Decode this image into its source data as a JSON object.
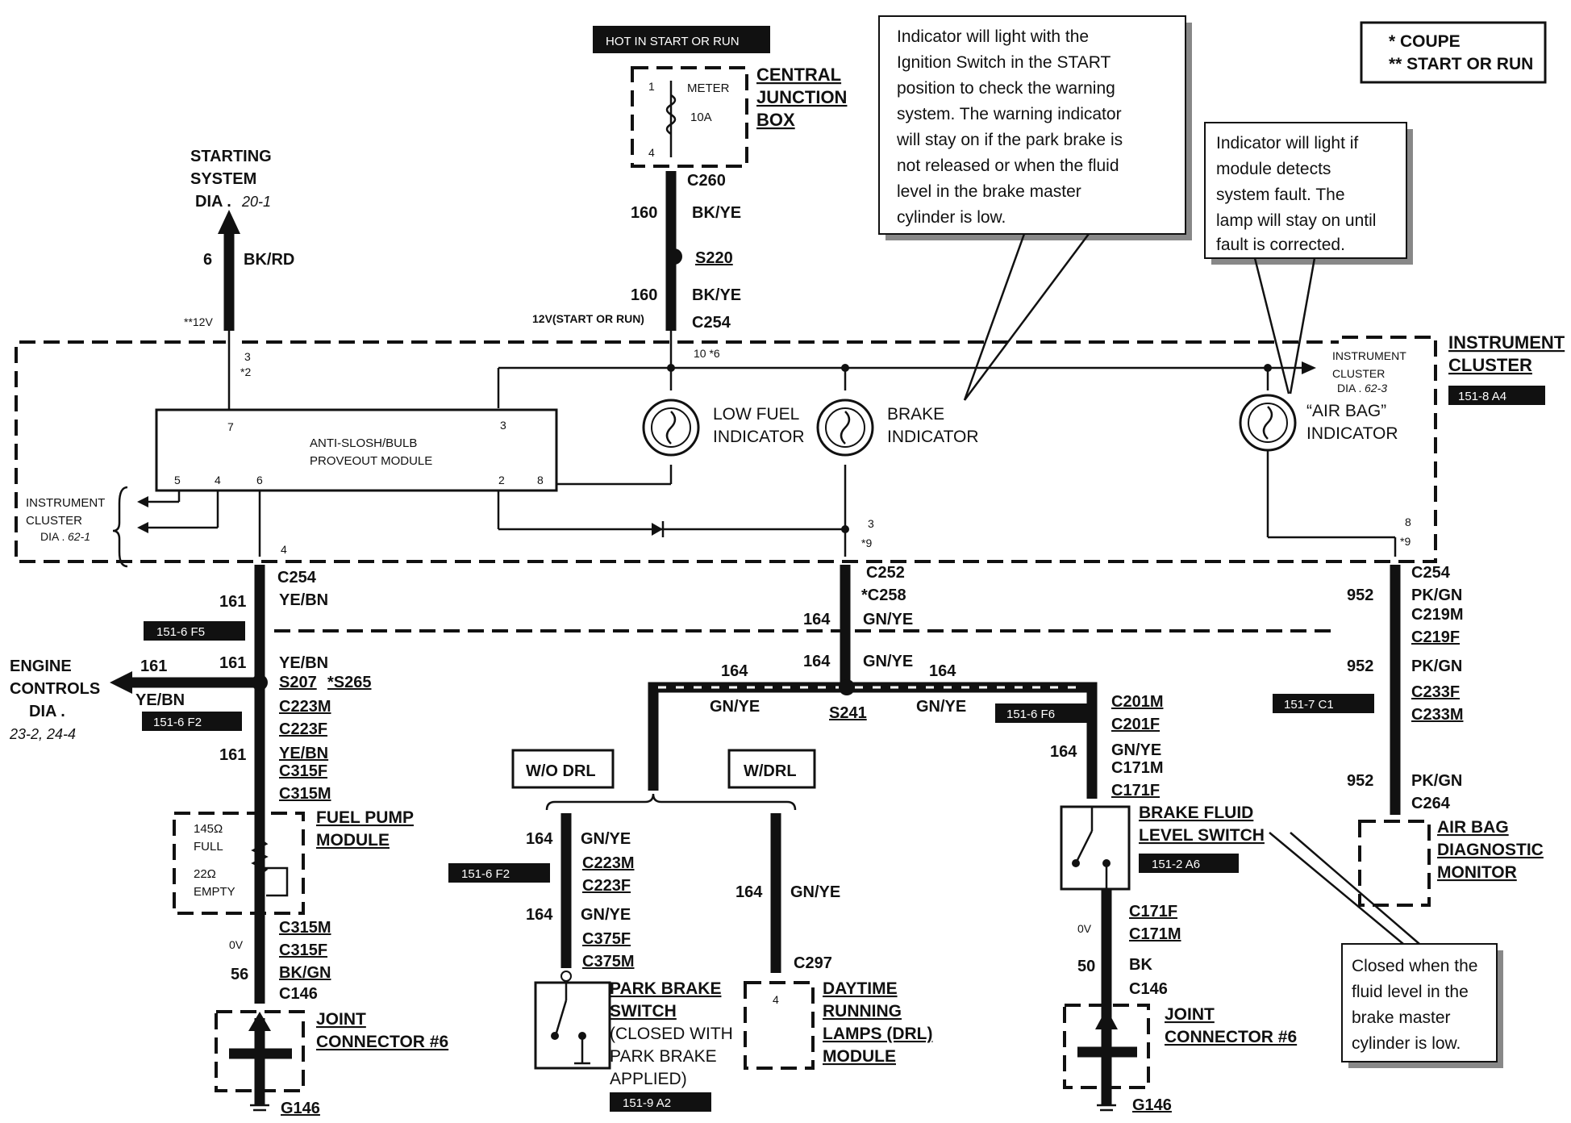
{
  "legend": {
    "coupe": "*  COUPE",
    "start_run": "**  START OR RUN"
  },
  "hot_label": "HOT IN START OR RUN",
  "cjb": {
    "title_lines": [
      "CENTRAL",
      "JUNCTION",
      "BOX"
    ],
    "pin_top": "1",
    "pin_bottom": "4",
    "meter": "METER",
    "fuse": "10A"
  },
  "top_feed": {
    "c260": "C260",
    "wire1_num": "160",
    "wire1_color": "BK/YE",
    "splice": "S220",
    "wire2_num": "160",
    "wire2_color": "BK/YE",
    "c254": "C254",
    "c254_label": "12V(START OR RUN)",
    "c254_pins": "10 *6"
  },
  "starting": {
    "title_lines": [
      "STARTING",
      "SYSTEM"
    ],
    "dia": "DIA .",
    "dia_ref": "20-1",
    "wire_num": "6",
    "wire_color": "BK/RD",
    "volt": "**12V",
    "pin": "3",
    "pin_alt": "*2"
  },
  "callout_brake": {
    "lines": [
      "Indicator will light with the",
      "Ignition Switch in the START",
      "position to check the warning",
      "system.  The warning indicator",
      "will stay on if the park brake is",
      "not released or when the fluid",
      "level in the brake master",
      "cylinder is low."
    ]
  },
  "callout_airbag": {
    "lines": [
      "Indicator will light if",
      "module detects",
      "system fault.  The",
      "lamp will stay on until",
      "fault is corrected."
    ]
  },
  "callout_fluid": {
    "lines": [
      "Closed when the",
      "fluid level in the",
      "brake master",
      "cylinder is low."
    ]
  },
  "instrument_cluster": {
    "title_lines": [
      "INSTRUMENT",
      "CLUSTER"
    ],
    "tag": "151-8 A4",
    "right_ref_lines": [
      "INSTRUMENT",
      "CLUSTER"
    ],
    "right_dia": "DIA .",
    "right_dia_ref": "62-3",
    "left_ref_lines": [
      "INSTRUMENT",
      "CLUSTER"
    ],
    "left_dia": "DIA .",
    "left_dia_ref": "62-1"
  },
  "module": {
    "lines": [
      "ANTI-SLOSH/BULB",
      "PROVEOUT MODULE"
    ],
    "pins": [
      "7",
      "3",
      "5",
      "4",
      "6",
      "2",
      "8"
    ]
  },
  "indicators": {
    "low_fuel": [
      "LOW FUEL",
      "INDICATOR"
    ],
    "brake": [
      "BRAKE",
      "INDICATOR"
    ],
    "airbag": [
      "“AIR BAG”",
      "INDICATOR"
    ]
  },
  "left_branch": {
    "pin": "4",
    "c254": "C254",
    "w161": "161",
    "ye_bn": "YE/BN",
    "tag1": "151-6 F5",
    "s207": "S207",
    "s265": "*S265",
    "c223m": "C223M",
    "c223f": "C223F",
    "c315f": "C315F",
    "c315m": "C315M",
    "fuel_title": [
      "FUEL PUMP",
      "MODULE"
    ],
    "full_val": "145Ω",
    "full": "FULL",
    "empty_val": "22Ω",
    "empty": "EMPTY",
    "c315m_b": "C315M",
    "c315f_b": "C315F",
    "ov": "0V",
    "w56": "56",
    "bk_gn": "BK/GN",
    "c146": "C146",
    "joint": [
      "JOINT",
      "CONNECTOR #6"
    ],
    "g146": "G146"
  },
  "engine": {
    "title_lines": [
      "ENGINE",
      "CONTROLS"
    ],
    "dia": "DIA .",
    "dia_ref_lines": [
      "23-2, 24-4"
    ],
    "w161": "161",
    "ye_bn": "YE/BN",
    "tag": "151-6 F2"
  },
  "center_branch": {
    "pin": "3",
    "pin_alt": "*9",
    "c252": "C252",
    "c258": "*C258",
    "w164": "164",
    "gn_ye": "GN/YE",
    "s241": "S241",
    "wo_drl": "W/O DRL",
    "w_drl": "W/DRL",
    "pb_w164a": "164",
    "pb_gn_ye_a": "GN/YE",
    "pb_c223m": "C223M",
    "pb_c223f": "C223F",
    "pb_tag": "151-6 F2",
    "pb_w164b": "164",
    "pb_gn_ye_b": "GN/YE",
    "pb_c375f": "C375F",
    "pb_c375m": "C375M",
    "park": [
      "PARK BRAKE",
      "SWITCH",
      "(CLOSED WITH",
      "PARK BRAKE",
      "APPLIED)"
    ],
    "park_tag": "151-9 A2",
    "drl_w164": "164",
    "drl_gn_ye": "GN/YE",
    "c297": "C297",
    "drl_pin": "4",
    "drl": [
      "DAYTIME",
      "RUNNING",
      "LAMPS (DRL)",
      "MODULE"
    ]
  },
  "right_center": {
    "tag": "151-6 F6",
    "c201m": "C201M",
    "c201f": "C201F",
    "w164": "164",
    "gn_ye": "GN/YE",
    "c171m": "C171M",
    "c171f": "C171F",
    "bf": [
      "BRAKE FLUID",
      "LEVEL SWITCH"
    ],
    "bf_tag": "151-2 A6",
    "c171f_b": "C171F",
    "c171m_b": "C171M",
    "ov": "0V",
    "w50": "50",
    "bk": "BK",
    "c146": "C146",
    "joint": [
      "JOINT",
      "CONNECTOR #6"
    ],
    "g146": "G146"
  },
  "right_branch": {
    "pin": "8",
    "pin_alt": "*9",
    "c254": "C254",
    "w952": "952",
    "pk_gn": "PK/GN",
    "c219m": "C219M",
    "c219f": "C219F",
    "c233f": "C233F",
    "c233m": "C233M",
    "tag": "151-7 C1",
    "c264": "C264",
    "abm": [
      "AIR BAG",
      "DIAGNOSTIC",
      "MONITOR"
    ]
  }
}
